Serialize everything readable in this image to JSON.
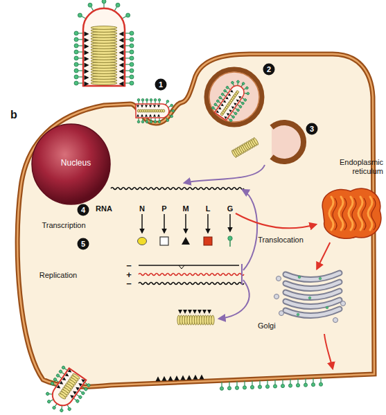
{
  "diagram": {
    "nodes": [
      {
        "text": [
          "Nucleus"
        ]
      },
      {
        "text": [
          "Endoplasmic reticulum"
        ]
      },
      {
        "text": [
          "Golgi"
        ]
      }
    ],
    "edges": [
      {
        "from": 1,
        "to": 2,
        "arrow": "to"
      }
    ],
    "labels": [
      "b",
      "1",
      "2",
      "3",
      "4",
      "RNA",
      "N",
      "P",
      "M",
      "L",
      "G",
      "Transcription",
      "5",
      "Replication",
      "−",
      "+",
      "−",
      "Translocation"
    ]
  }
}
